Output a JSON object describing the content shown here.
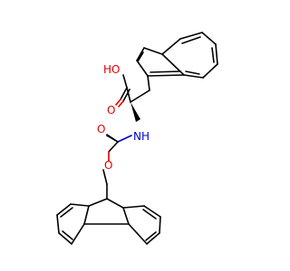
{
  "atoms": {
    "hydroxyl": "HO",
    "carboxyl_oxygen": "O",
    "amine": "NH",
    "carbamate_oxygen": "O",
    "ester_oxygen": "O"
  },
  "colors": {
    "bond": "#000000",
    "oxygen": "#e00000",
    "nitrogen": "#0000d0",
    "background": "#ffffff"
  }
}
